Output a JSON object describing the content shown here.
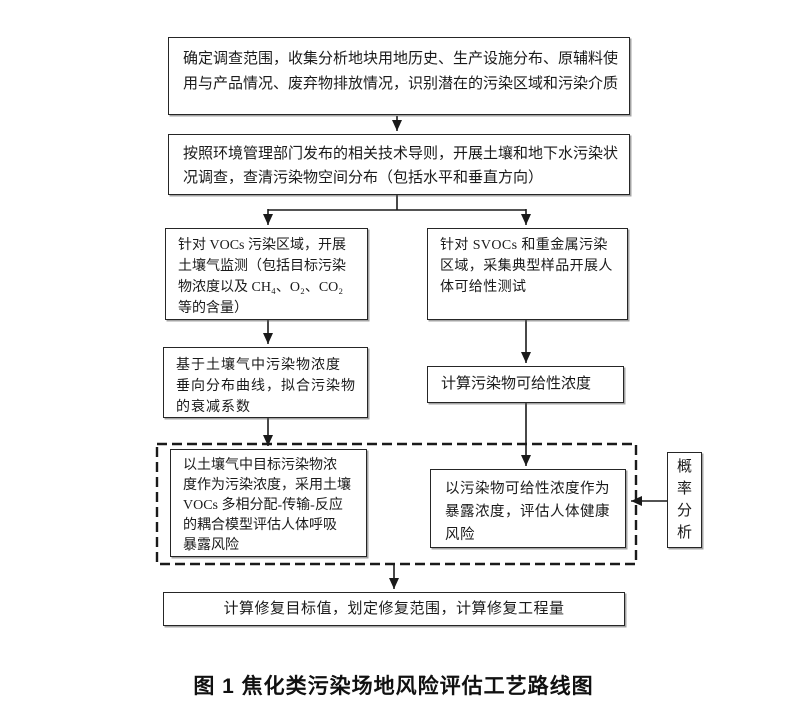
{
  "figure": {
    "caption": "图 1 焦化类污染场地风险评估工艺路线图"
  },
  "colors": {
    "line": "#1a1a1a",
    "text": "#1a1a1a",
    "background": "#ffffff"
  },
  "flowchart": {
    "nodes": {
      "scope_survey": "确定调查范围，收集分析地块用地历史、生产设施分布、原辅料使\n用与产品情况、废弃物排放情况，识别潜在的污染区域和污染介质",
      "soil_groundwater_survey": "按照环境管理部门发布的相关技术导则，开展土壤和地下水污染状\n况调查，查清污染物空间分布（包括水平和垂直方向）",
      "vocs_soil_gas_monitoring": "针对 VOCs 污染区域，开展\n土壤气监测（包括目标污染\n物浓度以及 CH₄、O₂、CO₂\n等的含量）",
      "svocs_bioaccessibility_test": "针对 SVOCs 和重金属污染\n区域，采集典型样品开展人\n体可给性测试",
      "attenuation_coefficient": "基于土壤气中污染物浓度\n垂向分布曲线，拟合污染物\n的衰减系数",
      "bioaccessible_concentration": "计算污染物可给性浓度",
      "vapor_inhalation_risk": "以土壤气中目标污染物浓\n度作为污染浓度，采用土壤\nVOCs 多相分配-传输-反应\n的耦合模型评估人体呼吸\n暴露风险",
      "health_risk_assessment": "以污染物可给性浓度作为\n暴露浓度，评估人体健康\n风险",
      "probability_analysis": "概率分析",
      "remediation_target": "计算修复目标值，划定修复范围，计算修复工程量"
    }
  }
}
